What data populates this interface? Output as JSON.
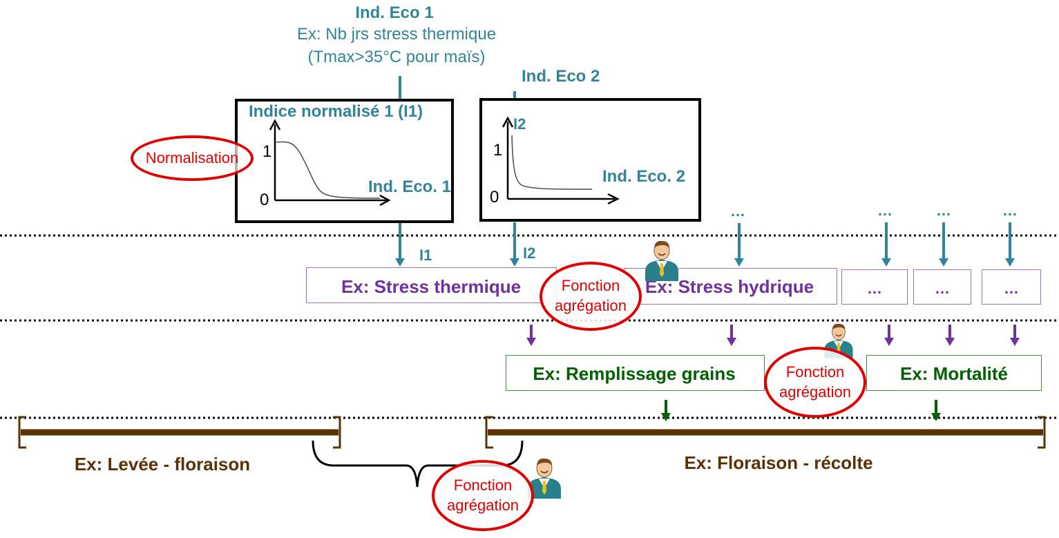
{
  "eco1": {
    "title": "Ind. Eco 1",
    "example_line1": "Ex: Nb jrs stress thermique",
    "example_line2": "(Tmax>35°C pour maïs)"
  },
  "eco2": {
    "title": "Ind. Eco 2"
  },
  "graph1": {
    "title": "Indice normalisé 1 (I1)",
    "y_top": "1",
    "y_bottom": "0",
    "x_label": "Ind. Eco. 1"
  },
  "graph2": {
    "y_label": "I2",
    "y_top": "1",
    "y_bottom": "0",
    "x_label": "Ind. Eco. 2"
  },
  "normalisation_label": "Normalisation",
  "arrow_labels": {
    "i1": "I1",
    "i2": "I2"
  },
  "ellipsis": "…",
  "level1": {
    "stress_thermique": "Ex: Stress thermique",
    "stress_hydrique": "Ex: Stress hydrique",
    "other": "…"
  },
  "level2": {
    "remplissage": "Ex: Remplissage grains",
    "mortalite": "Ex: Mortalité"
  },
  "aggregation": {
    "line1": "Fonction",
    "line2": "agrégation"
  },
  "phases": {
    "levee_floraison": "Ex: Levée - floraison",
    "floraison_recolte": "Ex: Floraison - récolte"
  },
  "colors": {
    "teal": "#31849b",
    "purple": "#7030a0",
    "green": "#006100",
    "brown": "#5c3205",
    "red": "#e00000"
  },
  "icons": [
    "person-icon"
  ]
}
